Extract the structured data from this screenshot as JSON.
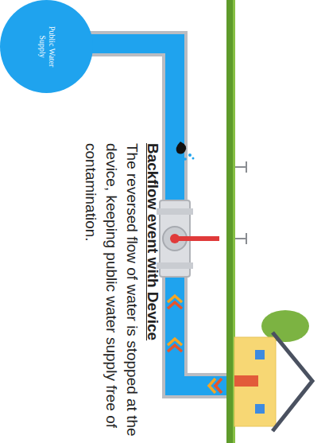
{
  "diagram": {
    "nodes": [
      {
        "text": [
          "Public Water Supply"
        ]
      }
    ],
    "labels": [
      "Backflow event with Device",
      "The reversed flow of water is stopped at the device, keeping public water supply free of contamination."
    ]
  }
}
